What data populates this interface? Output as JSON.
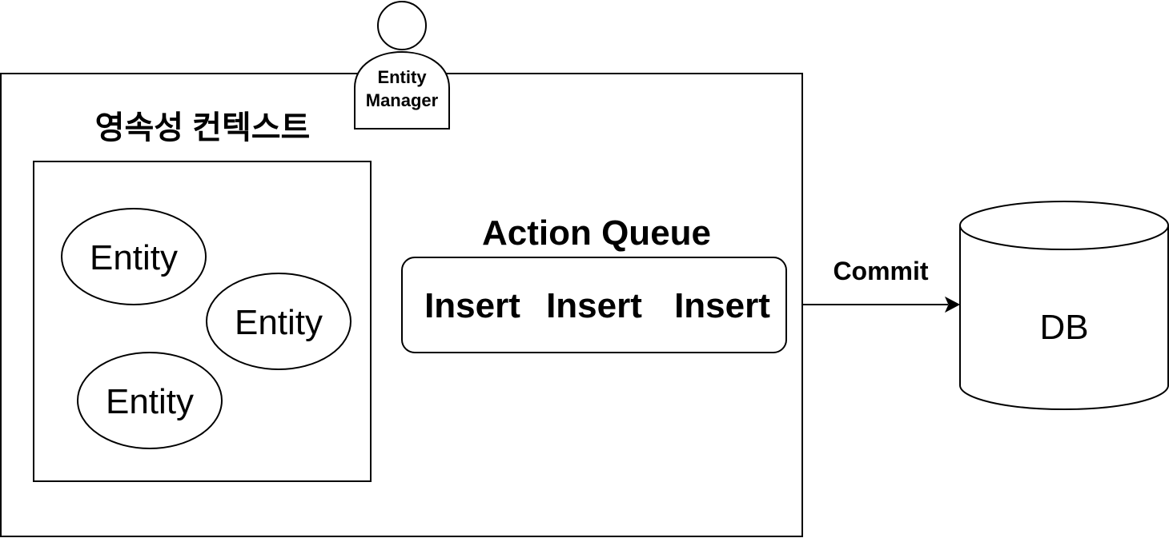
{
  "persistence_context": {
    "title": "영속성 컨텍스트",
    "entities": [
      "Entity",
      "Entity",
      "Entity"
    ]
  },
  "entity_manager": {
    "line1": "Entity",
    "line2": "Manager"
  },
  "action_queue": {
    "title": "Action Queue",
    "actions": [
      "Insert",
      "Insert",
      "Insert"
    ]
  },
  "commit_edge": {
    "label": "Commit"
  },
  "database": {
    "label": "DB"
  }
}
